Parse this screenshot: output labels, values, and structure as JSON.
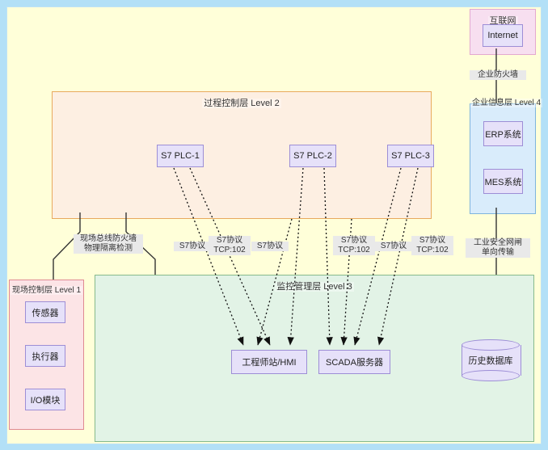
{
  "diagram": {
    "title": "Industrial Control System Network Architecture",
    "canvas_bg": "#ffffd9",
    "outer_border": "#b3e0f7"
  },
  "zones": {
    "internet": {
      "label": "互联网",
      "fill": "#f7dff0",
      "stroke": "#e3a8d0",
      "nodes": [
        {
          "label": "Internet"
        }
      ]
    },
    "level4": {
      "label": "企业信息层 Level 4",
      "fill": "#d9ecfb",
      "stroke": "#7fb4dd",
      "nodes": [
        {
          "label": "ERP系统"
        },
        {
          "label": "MES系统"
        }
      ]
    },
    "level2": {
      "label": "过程控制层 Level 2",
      "fill": "#fdefe2",
      "stroke": "#e8a95e",
      "nodes": [
        {
          "label": "S7 PLC-1"
        },
        {
          "label": "S7 PLC-2"
        },
        {
          "label": "S7 PLC-3"
        }
      ]
    },
    "level3": {
      "label": "监控管理层 Level 3",
      "fill": "#e2f3e6",
      "stroke": "#86b98c",
      "nodes": [
        {
          "label": "工程师站/HMI"
        },
        {
          "label": "SCADA服务器"
        },
        {
          "label": "历史数据库"
        }
      ]
    },
    "level1": {
      "label": "现场控制层 Level 1",
      "fill": "#fce4e6",
      "stroke": "#e08a92",
      "nodes": [
        {
          "label": "传感器"
        },
        {
          "label": "执行器"
        },
        {
          "label": "I/O模块"
        }
      ]
    }
  },
  "connection_labels": {
    "enterprise_firewall": "企业防火墙",
    "security_gateway_line1": "工业安全网闸",
    "security_gateway_line2": "单向传输",
    "fieldbus_firewall_line1": "现场总线防火墙",
    "fieldbus_firewall_line2": "物理隔离检测",
    "protocols": [
      {
        "line1": "S7协议",
        "line2": ""
      },
      {
        "line1": "S7协议",
        "line2": "TCP:102"
      },
      {
        "line1": "S7协议",
        "line2": ""
      },
      {
        "line1": "S7协议",
        "line2": "TCP:102"
      },
      {
        "line1": "S7协议",
        "line2": ""
      },
      {
        "line1": "S7协议",
        "line2": "TCP:102"
      }
    ]
  }
}
